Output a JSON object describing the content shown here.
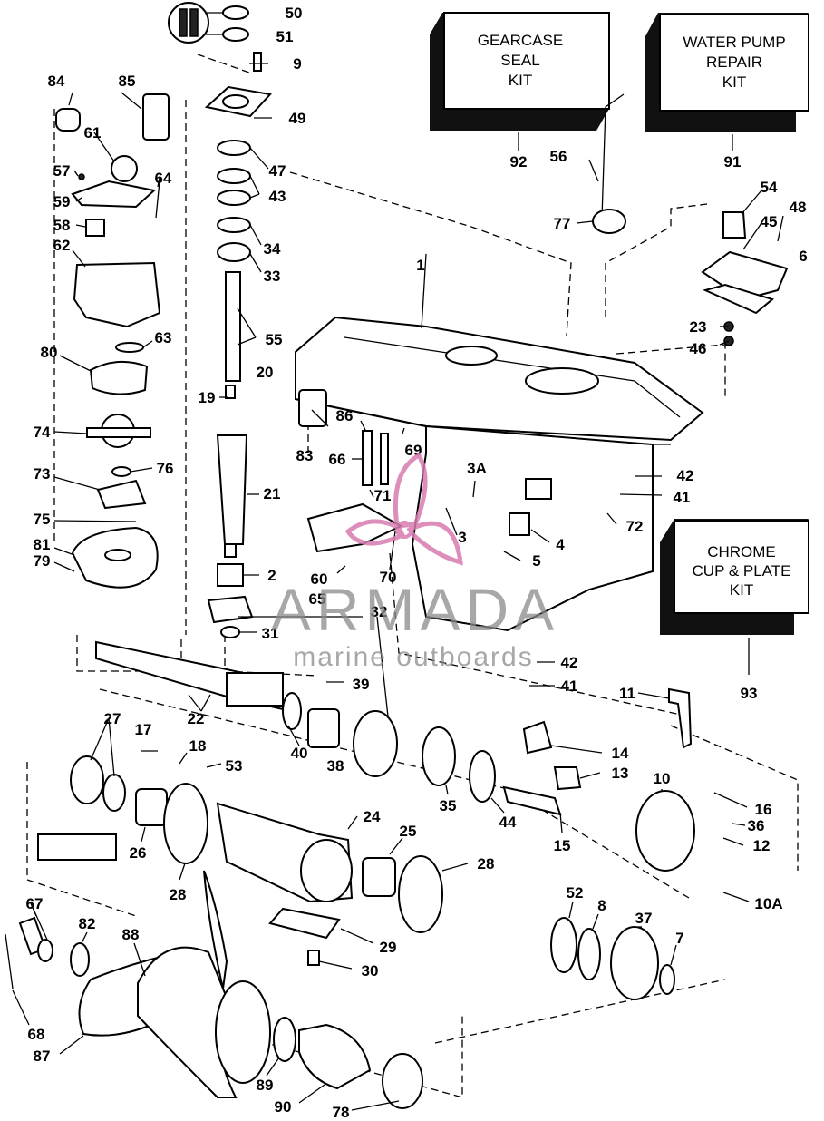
{
  "kits": [
    {
      "lines": [
        "GEARCASE",
        "SEAL",
        "KIT"
      ],
      "number": "92"
    },
    {
      "lines": [
        "WATER PUMP",
        "REPAIR",
        "KIT"
      ],
      "number": "91"
    },
    {
      "lines": [
        "CHROME",
        "CUP & PLATE",
        "KIT"
      ],
      "number": "93"
    }
  ],
  "watermark": {
    "brand": "ARMADA",
    "tagline": "marine outboards"
  },
  "labels": [
    "50",
    "51",
    "9",
    "49",
    "47",
    "43",
    "34",
    "33",
    "55",
    "20",
    "19",
    "21",
    "2",
    "32",
    "31",
    "84",
    "85",
    "61",
    "57",
    "64",
    "59",
    "58",
    "62",
    "63",
    "80",
    "74",
    "76",
    "73",
    "75",
    "81",
    "79",
    "1",
    "56",
    "77",
    "54",
    "48",
    "45",
    "6",
    "23",
    "46",
    "86",
    "69",
    "66",
    "83",
    "3A",
    "71",
    "42",
    "41",
    "3",
    "4",
    "72",
    "5",
    "60",
    "65",
    "70",
    "39",
    "22",
    "40",
    "38",
    "11",
    "27",
    "17",
    "18",
    "53",
    "14",
    "13",
    "10",
    "16",
    "36",
    "12",
    "10A",
    "35",
    "44",
    "15",
    "26",
    "24",
    "25",
    "28",
    "28",
    "52",
    "8",
    "37",
    "7",
    "67",
    "82",
    "88",
    "29",
    "30",
    "68",
    "87",
    "89",
    "90",
    "78",
    "42",
    "41"
  ]
}
